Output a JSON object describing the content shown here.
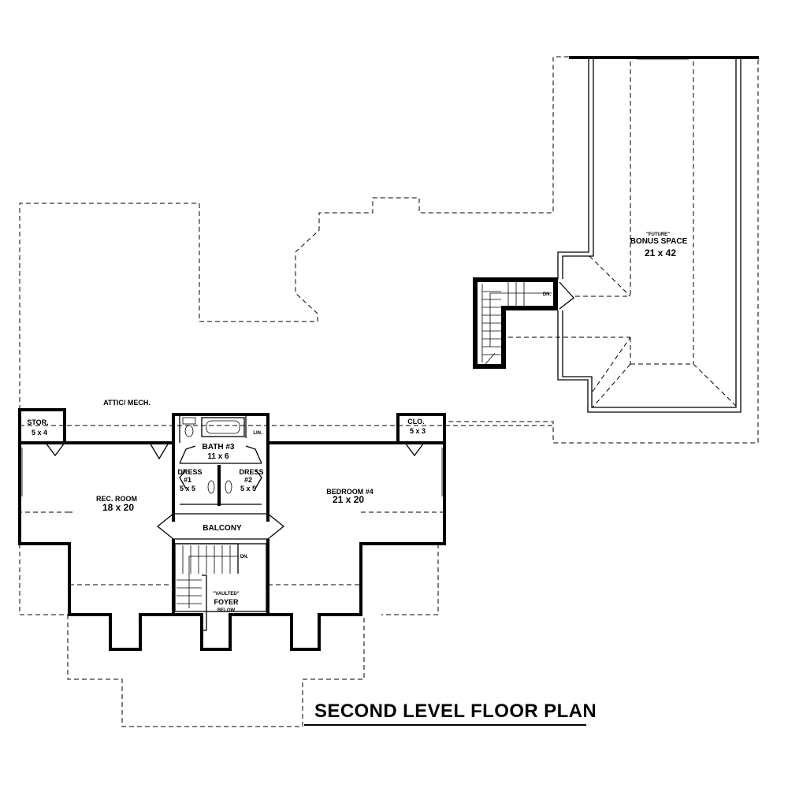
{
  "plan_title": "SECOND LEVEL FLOOR PLAN",
  "rooms": {
    "attic": {
      "name": "ATTIC/ MECH."
    },
    "storage": {
      "name": "STOR.",
      "size": "5 x 4"
    },
    "closet": {
      "name": "CLO.",
      "size": "5 x 3"
    },
    "rec_room": {
      "name": "REC. ROOM",
      "size": "18 x 20"
    },
    "bath3": {
      "name": "BATH #3",
      "size": "11 x 6"
    },
    "linen": {
      "name": "LIN."
    },
    "dress1": {
      "name": "DRESS",
      "number": "#1",
      "size": "5 x 5"
    },
    "dress2": {
      "name": "DRESS",
      "number": "#2",
      "size": "5 x 5"
    },
    "balcony": {
      "name": "BALCONY"
    },
    "bedroom4": {
      "name": "BEDROOM #4",
      "size": "21 x 20"
    },
    "foyer": {
      "note": "\"VAULTED\"",
      "name": "FOYER",
      "below": "BELOW"
    },
    "bonus": {
      "note": "\"FUTURE\"",
      "name": "BONUS SPACE",
      "size": "21 x 42"
    }
  },
  "stair_labels": {
    "main": "DN.",
    "bonus": "DN."
  }
}
